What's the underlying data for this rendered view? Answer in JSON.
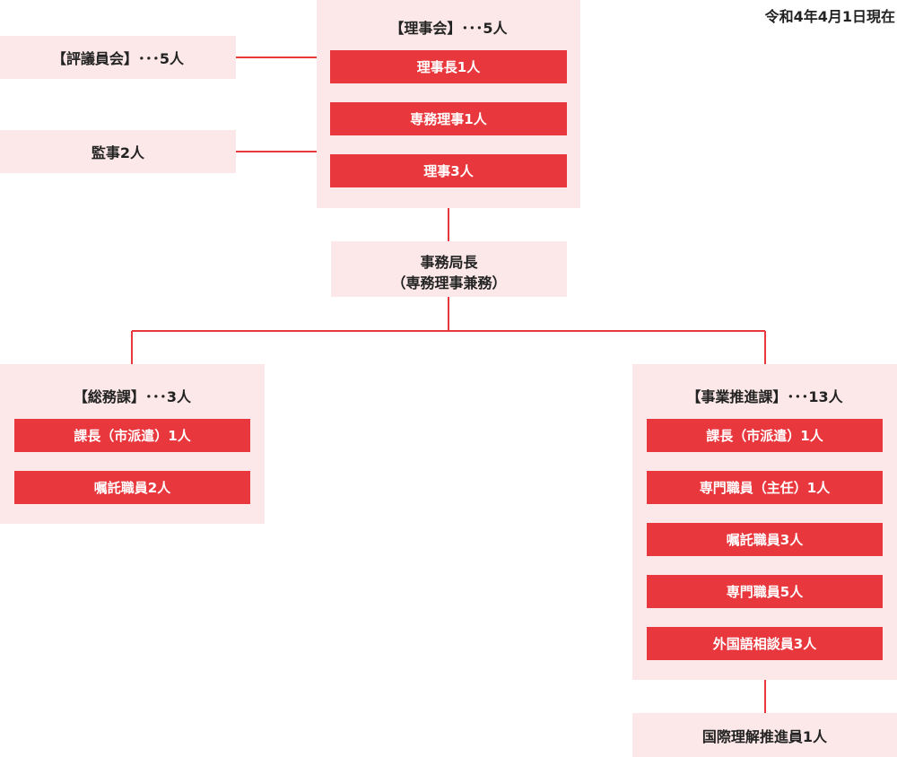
{
  "date": "令和4年4月1日現在",
  "board": {
    "title": "【理事会】･･･5人",
    "members": [
      "理事長1人",
      "専務理事1人",
      "理事3人"
    ]
  },
  "councilors": "【評議員会】･･･5人",
  "auditors": "監事2人",
  "secretariat": {
    "line1": "事務局長",
    "line2": "（専務理事兼務）"
  },
  "general_affairs": {
    "title": "【総務課】･･･3人",
    "members": [
      "課長（市派遣）1人",
      "嘱託職員2人"
    ]
  },
  "business": {
    "title": "【事業推進課】･･･13人",
    "members": [
      "課長（市派遣）1人",
      "専門職員（主任）1人",
      "嘱託職員3人",
      "専門職員5人",
      "外国語相談員3人"
    ]
  },
  "international": "国際理解推進員1人",
  "colors": {
    "accent": "#e8383d",
    "panel": "#fce8e8"
  }
}
